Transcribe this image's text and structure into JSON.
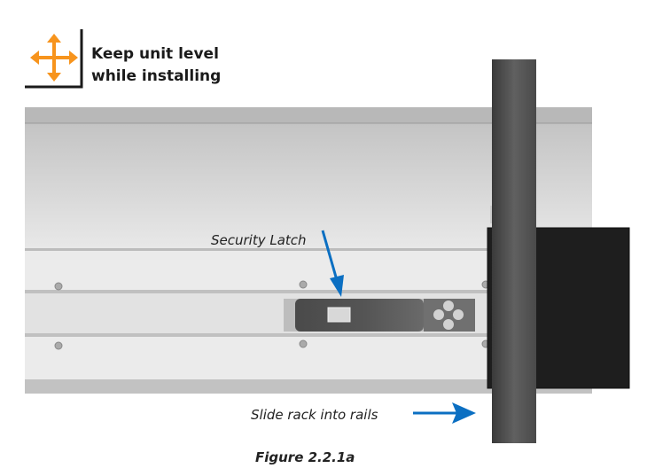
{
  "header": {
    "line1": "Keep unit level",
    "line2": "while installing",
    "icon": "move-arrows-icon",
    "accent": "#f7941d"
  },
  "labels": {
    "security_latch": "Security Latch",
    "slide": "Slide rack into rails",
    "arrow_color": "#0b6fc2"
  },
  "caption": "Figure 2.2.1a"
}
